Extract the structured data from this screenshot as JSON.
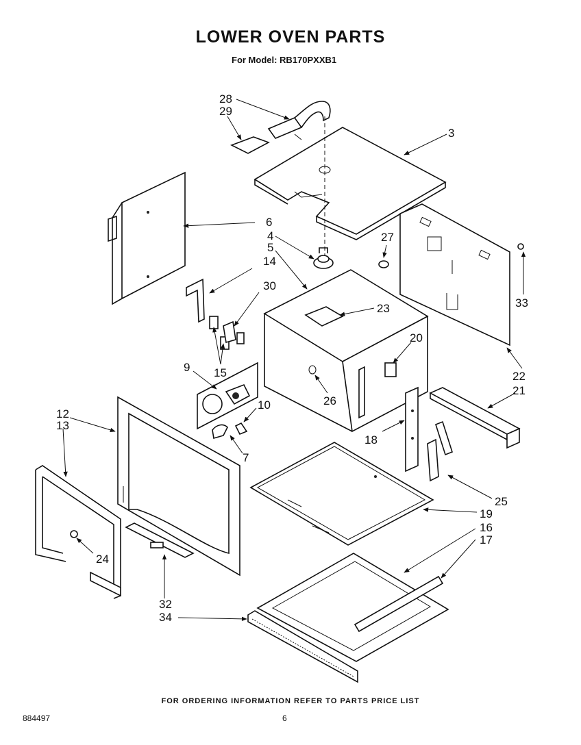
{
  "header": {
    "title": "LOWER OVEN PARTS",
    "subtitle": "For Model: RB170PXXB1"
  },
  "callouts": [
    {
      "id": "c28",
      "text": "28"
    },
    {
      "id": "c29",
      "text": "29"
    },
    {
      "id": "c3",
      "text": "3"
    },
    {
      "id": "c6",
      "text": "6"
    },
    {
      "id": "c4",
      "text": "4"
    },
    {
      "id": "c5",
      "text": "5"
    },
    {
      "id": "c27",
      "text": "27"
    },
    {
      "id": "c14",
      "text": "14"
    },
    {
      "id": "c30",
      "text": "30"
    },
    {
      "id": "c33",
      "text": "33"
    },
    {
      "id": "c23",
      "text": "23"
    },
    {
      "id": "c20",
      "text": "20"
    },
    {
      "id": "c9",
      "text": "9"
    },
    {
      "id": "c15",
      "text": "15"
    },
    {
      "id": "c22",
      "text": "22"
    },
    {
      "id": "c21",
      "text": "21"
    },
    {
      "id": "c26",
      "text": "26"
    },
    {
      "id": "c12",
      "text": "12"
    },
    {
      "id": "c13",
      "text": "13"
    },
    {
      "id": "c10",
      "text": "10"
    },
    {
      "id": "c18",
      "text": "18"
    },
    {
      "id": "c7",
      "text": "7"
    },
    {
      "id": "c25",
      "text": "25"
    },
    {
      "id": "c19",
      "text": "19"
    },
    {
      "id": "c16",
      "text": "16"
    },
    {
      "id": "c17",
      "text": "17"
    },
    {
      "id": "c24",
      "text": "24"
    },
    {
      "id": "c32",
      "text": "32"
    },
    {
      "id": "c34",
      "text": "34"
    }
  ],
  "footer": {
    "ordering_note": "FOR ORDERING INFORMATION REFER TO PARTS PRICE LIST",
    "doc_number": "884497",
    "page_number": "6"
  }
}
